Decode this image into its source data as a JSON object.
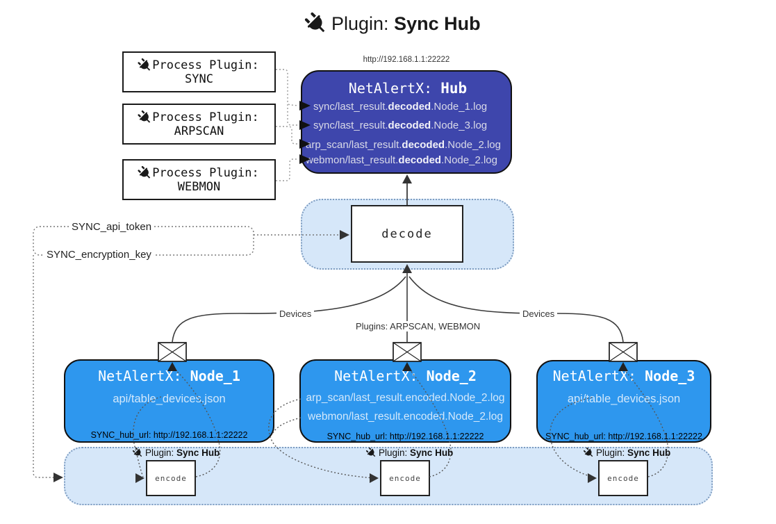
{
  "title": {
    "prefix": "Plugin:",
    "name": "Sync Hub"
  },
  "hub": {
    "url": "http://192.168.1.1:22222",
    "title_prefix": "NetAlertX:",
    "title_name": "Hub",
    "entries": [
      {
        "pre": "sync/last_result.",
        "bold": "decoded",
        "post": ".Node_1.log"
      },
      {
        "pre": "sync/last_result.",
        "bold": "decoded",
        "post": ".Node_3.log"
      },
      {
        "pre": "arp_scan/last_result.",
        "bold": "decoded",
        "post": ".Node_2.log"
      },
      {
        "pre": "webmon/last_result.",
        "bold": "decoded",
        "post": ".Node_2.log"
      }
    ]
  },
  "process_plugins": [
    {
      "label": "Process Plugin:",
      "name": "SYNC"
    },
    {
      "label": "Process Plugin:",
      "name": "ARPSCAN"
    },
    {
      "label": "Process Plugin:",
      "name": "WEBMON"
    }
  ],
  "keys": {
    "api_token": "SYNC_api_token",
    "encryption_key": "SYNC_encryption_key"
  },
  "decode": {
    "label": "decode"
  },
  "edges": {
    "devices_left": "Devices",
    "devices_right": "Devices",
    "plugins_mid": "Plugins: ARPSCAN, WEBMON"
  },
  "nodes": [
    {
      "title_prefix": "NetAlertX:",
      "title_name": "Node_1",
      "files": [
        "api/table_devices.json"
      ],
      "hub_url": "SYNC_hub_url: http://192.168.1.1:22222"
    },
    {
      "title_prefix": "NetAlertX:",
      "title_name": "Node_2",
      "files": [
        "arp_scan/last_result.encoded.Node_2.log",
        "webmon/last_result.encoded.Node_2.log"
      ],
      "hub_url": "SYNC_hub_url: http://192.168.1.1:22222"
    },
    {
      "title_prefix": "NetAlertX:",
      "title_name": "Node_3",
      "files": [
        "api/table_devices.json"
      ],
      "hub_url": "SYNC_hub_url: http://192.168.1.1:22222"
    }
  ],
  "encoders": [
    {
      "plugin_prefix": "Plugin:",
      "plugin_name": "Sync Hub",
      "label": "encode"
    },
    {
      "plugin_prefix": "Plugin:",
      "plugin_name": "Sync Hub",
      "label": "encode"
    },
    {
      "plugin_prefix": "Plugin:",
      "plugin_name": "Sync Hub",
      "label": "encode"
    }
  ],
  "colors": {
    "hub_bg": "#3e46ac",
    "node_bg": "#2e97ee",
    "panel_bg": "#d6e7f9",
    "panel_border": "#7e9cc0",
    "solid_line": "#3a3a3a",
    "dotted_line": "#666666"
  }
}
